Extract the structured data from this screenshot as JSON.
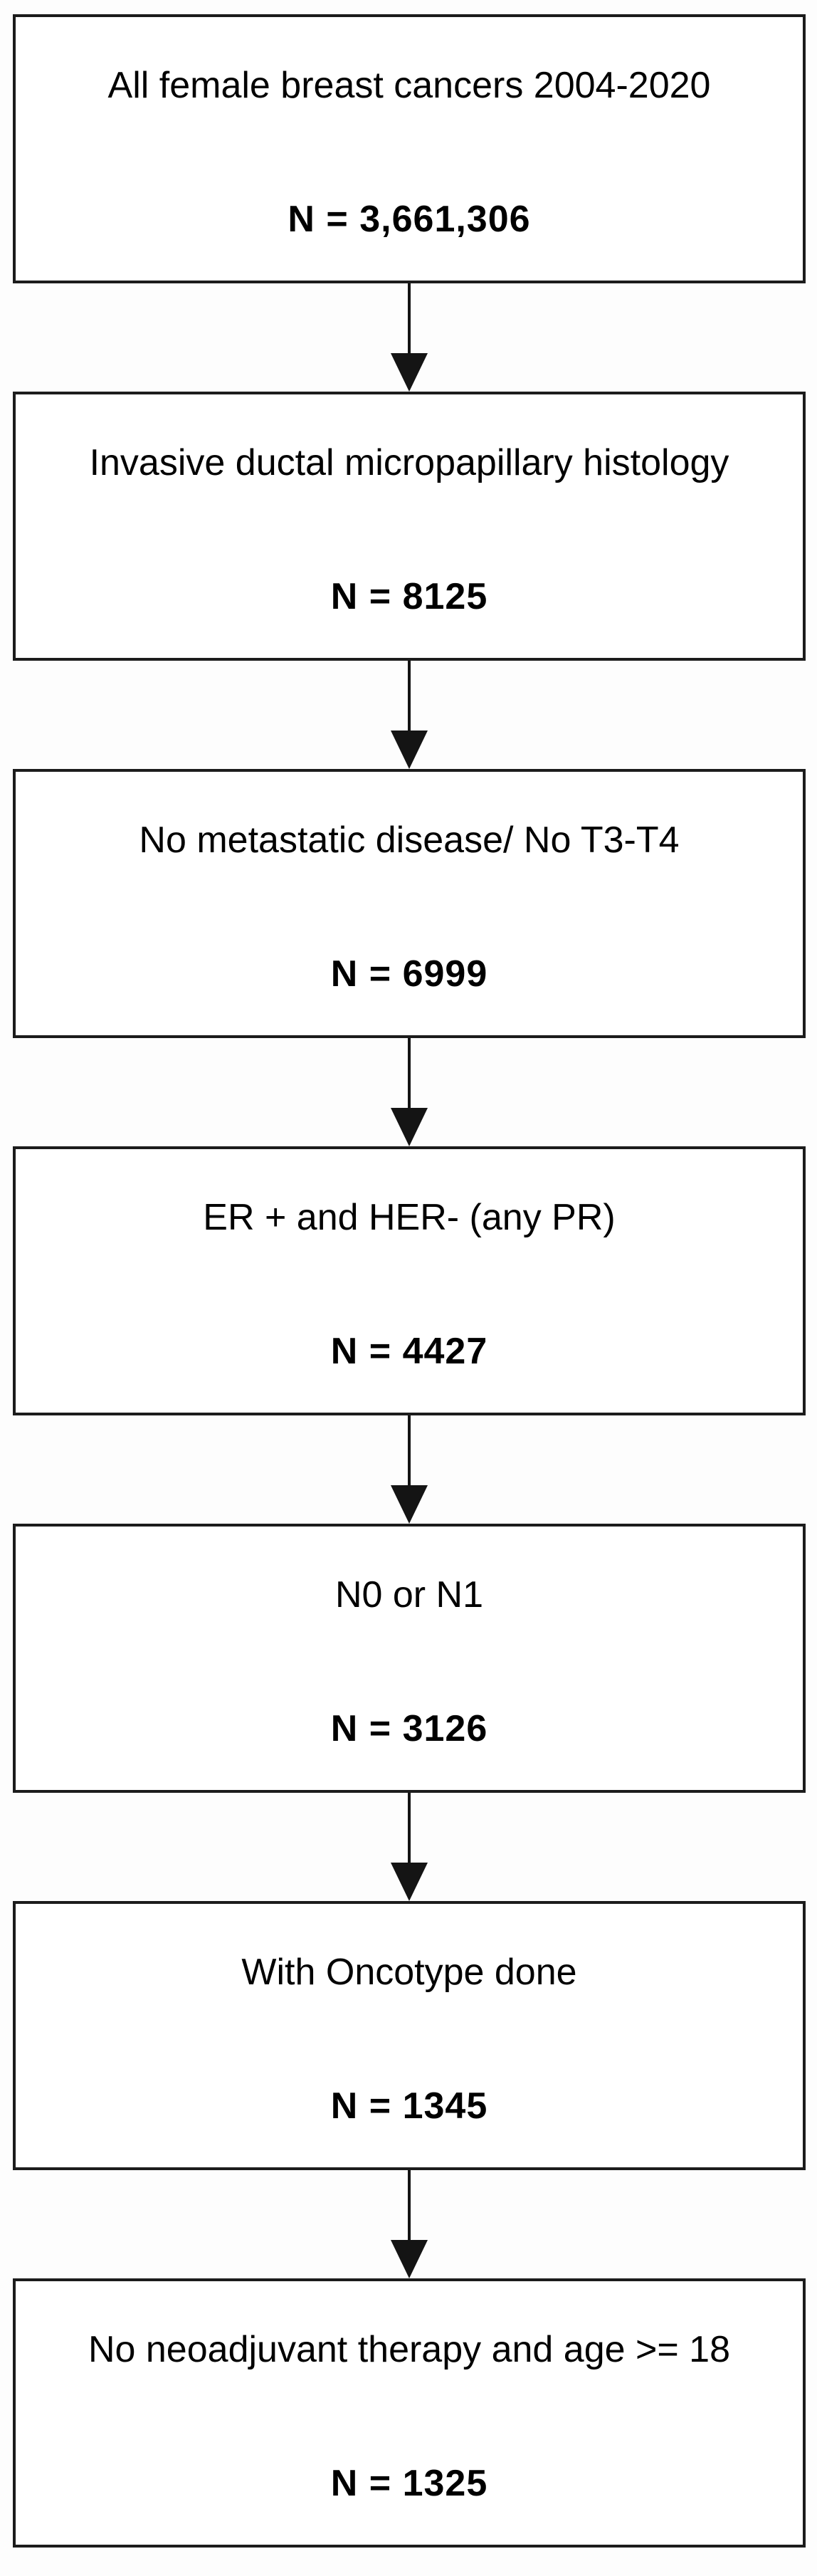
{
  "flowchart": {
    "colors": {
      "border": "#1c1c1c",
      "background": "#ffffff",
      "text": "#000000"
    },
    "boxes": [
      {
        "label": "All female breast cancers 2004-2020",
        "n_label": "N = 3,661,306"
      },
      {
        "label": "Invasive ductal micropapillary histology",
        "n_label": "N = 8125"
      },
      {
        "label": "No metastatic disease/ No T3-T4",
        "n_label": "N = 6999"
      },
      {
        "label": "ER + and HER- (any PR)",
        "n_label": "N = 4427"
      },
      {
        "label": "N0 or N1",
        "n_label": "N = 3126"
      },
      {
        "label": "With Oncotype done",
        "n_label": "N = 1345"
      },
      {
        "label": "No neoadjuvant therapy and age >= 18",
        "n_label": "N = 1325"
      }
    ]
  }
}
